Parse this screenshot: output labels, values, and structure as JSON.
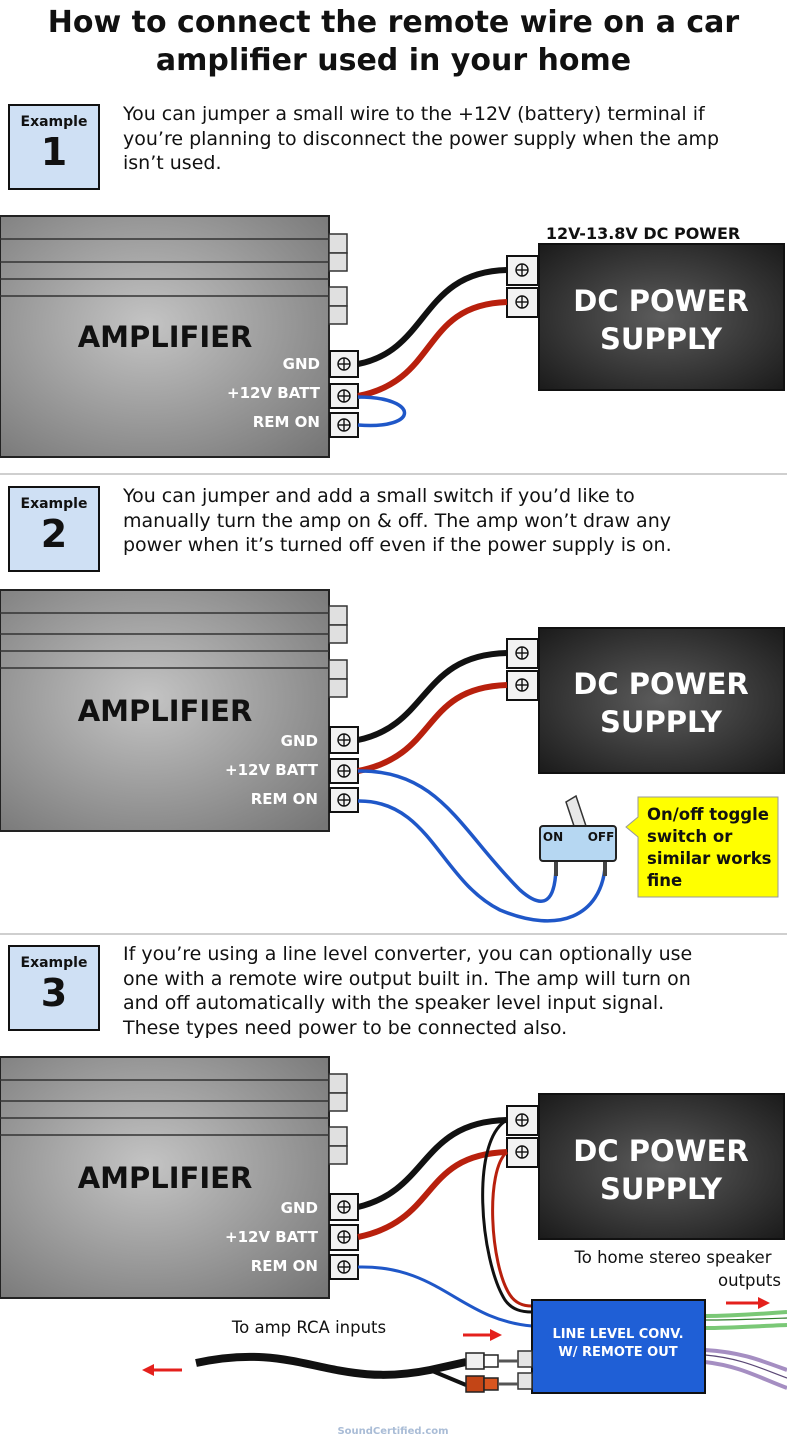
{
  "title": {
    "line1": "How to connect the remote wire on a car",
    "line2": "amplifier used in your home"
  },
  "examples": [
    {
      "label": "Example",
      "number": "1",
      "lines": [
        "You can jumper a small wire to the +12V (battery) terminal if",
        "you’re planning to disconnect the power supply when the amp",
        "isn’t used."
      ]
    },
    {
      "label": "Example",
      "number": "2",
      "lines": [
        "You can jumper and add a small switch if you’d like to",
        "manually turn the amp on & off. The amp won’t draw any",
        "power when it’s turned off even if the power supply is on."
      ]
    },
    {
      "label": "Example",
      "number": "3",
      "lines": [
        "If you’re using a line level converter, you can optionally use",
        "one with a remote wire output built in. The amp will turn on",
        "and off automatically with the speaker level input signal.",
        "These types need power to be connected also."
      ]
    }
  ],
  "amplifier": {
    "name": "AMPLIFIER",
    "terminals": [
      "GND",
      "+12V BATT",
      "REM ON"
    ]
  },
  "power_supply": {
    "heading": "12V-13.8V DC POWER",
    "line1": "DC POWER",
    "line2": "SUPPLY"
  },
  "switch": {
    "on": "ON",
    "off": "OFF",
    "callout": [
      "On/off toggle",
      "switch or",
      "similar works",
      "fine"
    ]
  },
  "converter": {
    "line1": "LINE LEVEL CONV.",
    "line2": "W/ REMOTE OUT",
    "speaker_label_1": "To home stereo speaker",
    "speaker_label_2": "outputs",
    "rca_label": "To amp RCA inputs"
  },
  "watermark": "SoundCertified.com",
  "colors": {
    "wire_black": "#111111",
    "wire_red": "#b8200d",
    "wire_blue": "#1f57c8",
    "callout_yellow": "#ffff00",
    "converter_blue": "#1f5fd6",
    "arrow_red": "#e4201c",
    "badge_blue": "#cfe0f4"
  }
}
